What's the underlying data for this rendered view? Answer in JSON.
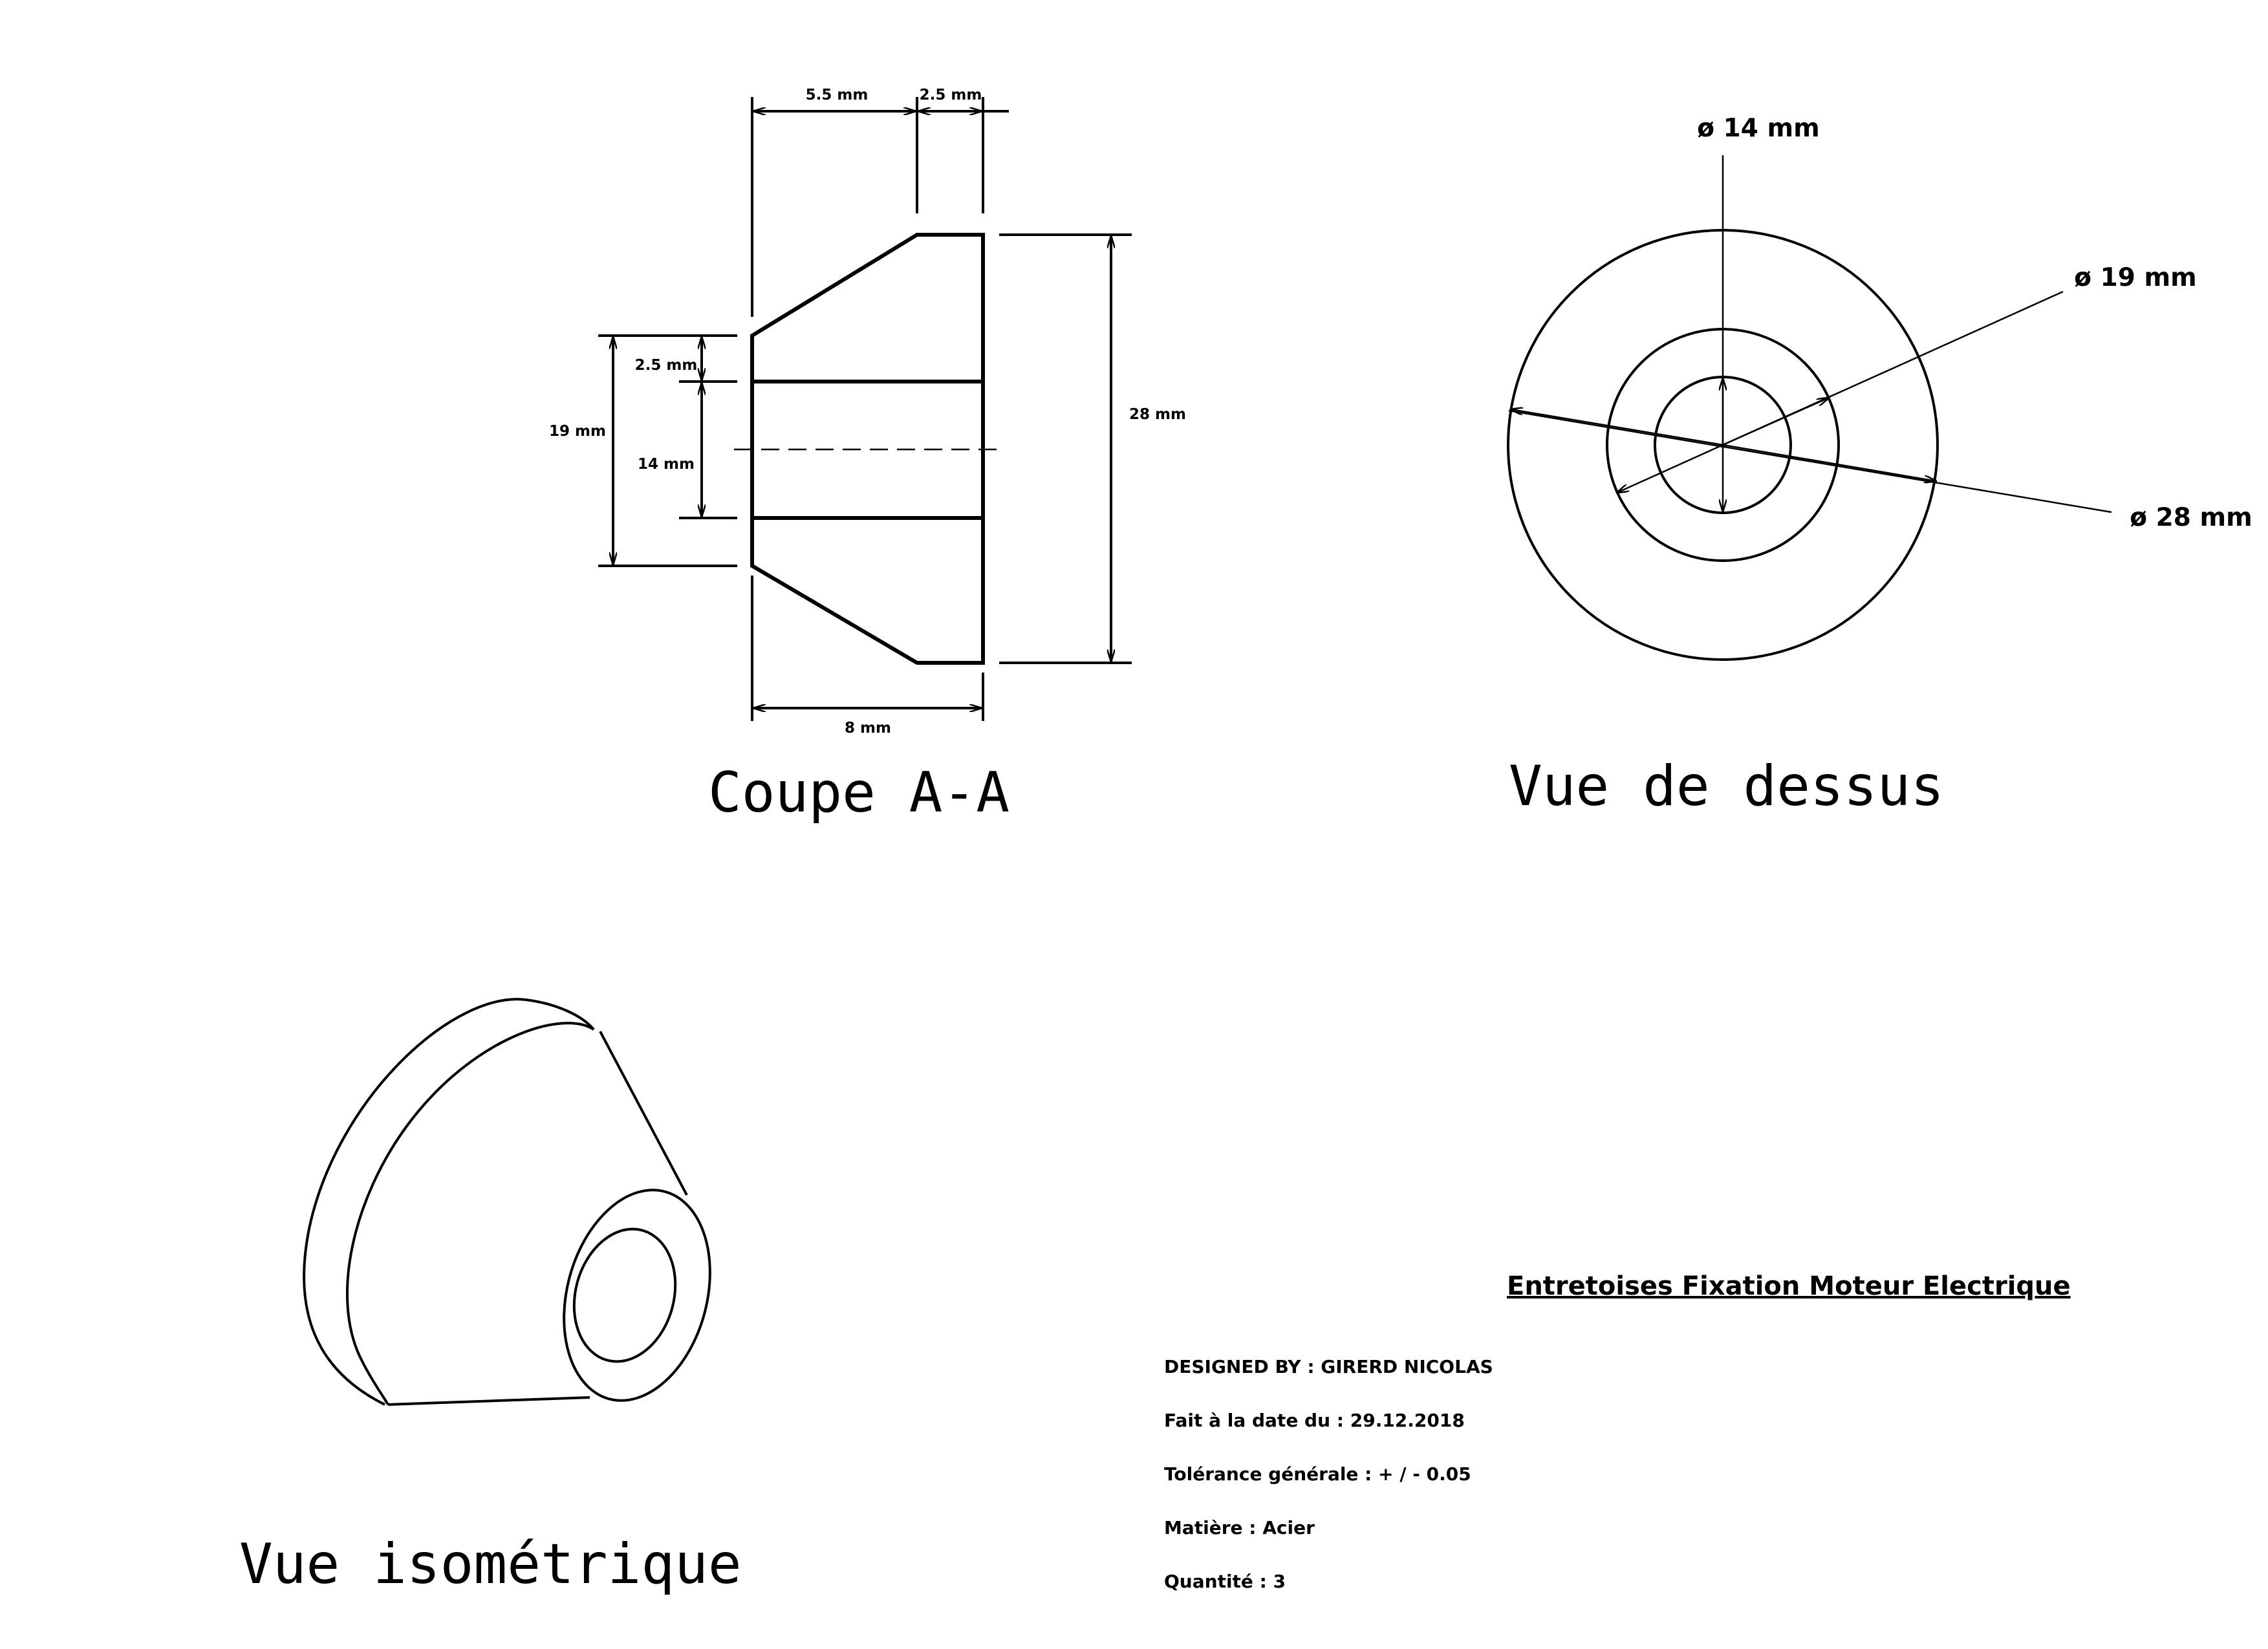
{
  "drawing": {
    "views": {
      "section": "Coupe A-A",
      "top": "Vue de dessus",
      "iso": "Vue isométrique"
    },
    "section_dims": {
      "top_left": "5.5 mm",
      "top_right": "2.5 mm",
      "wall": "2.5 mm",
      "outer_small": "19 mm",
      "bore": "14 mm",
      "outer_large": "28 mm",
      "length": "8 mm"
    },
    "top_view_dims": {
      "d14": "ø 14 mm",
      "d19": "ø 19 mm",
      "d28": "ø 28 mm"
    }
  },
  "title_block": {
    "title": "Entretoises Fixation Moteur Electrique",
    "designed_by": "DESIGNED BY : GIRERD NICOLAS",
    "date": "Fait à la date du : 29.12.2018",
    "tolerance": "Tolérance générale : + / - 0.05",
    "material": "Matière : Acier",
    "quantity": "Quantité : 3"
  }
}
